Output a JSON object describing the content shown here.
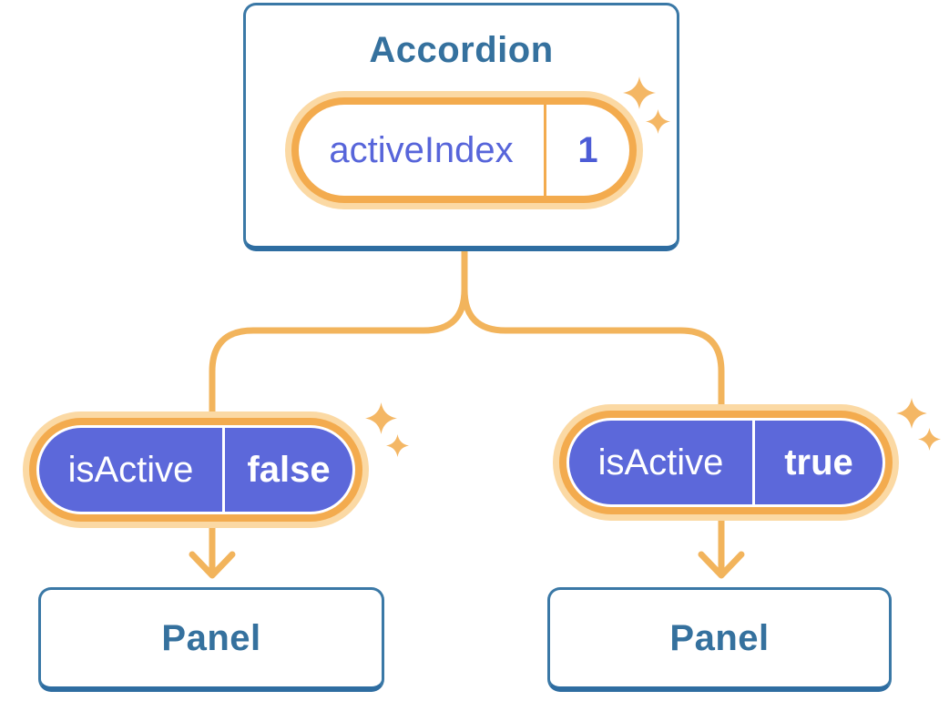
{
  "accordion": {
    "title": "Accordion",
    "state": {
      "name": "activeIndex",
      "value": "1"
    }
  },
  "children": [
    {
      "prop": {
        "name": "isActive",
        "value": "false"
      },
      "panel_label": "Panel"
    },
    {
      "prop": {
        "name": "isActive",
        "value": "true"
      },
      "panel_label": "Panel"
    }
  ],
  "colors": {
    "card_border": "#3a78a6",
    "card_border_bottom": "#2e6da1",
    "heading_text": "#35719e",
    "pill_ring_orange": "#f3ab4e",
    "pill_glow_orange": "#fbd9a4",
    "connector_orange": "#f2b45c",
    "sparkle_orange": "#f4b765",
    "prop_pill_purple": "#5c68da",
    "state_text_purple": "#5765da",
    "background": "#ffffff"
  }
}
